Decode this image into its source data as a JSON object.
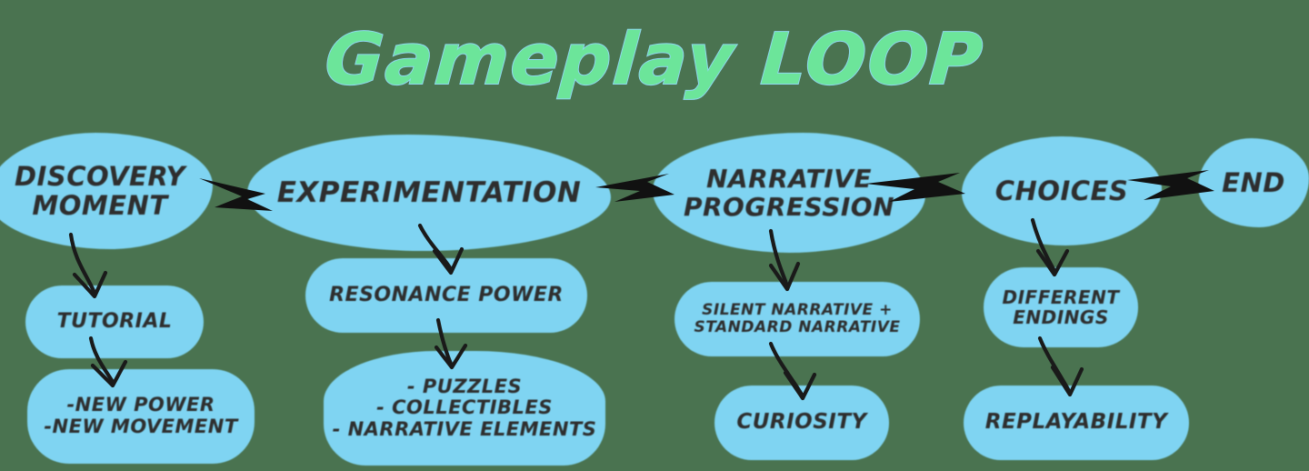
{
  "title": "Gameplay LOOP",
  "colors": {
    "background": "#4a7350",
    "node_fill": "#7fd4f2",
    "title_green": "#6ce59a",
    "title_outline": "#8fd8ef",
    "text": "#2e2e2e",
    "arrow": "#111111"
  },
  "diagram": {
    "type": "flowchart",
    "main_flow": [
      {
        "id": "discovery",
        "label": "DISCOVERY\nMOMENT"
      },
      {
        "id": "experiment",
        "label": "EXPERIMENTATION"
      },
      {
        "id": "narrative",
        "label": "NARRATIVE\nPROGRESSION"
      },
      {
        "id": "choices",
        "label": "CHOICES"
      },
      {
        "id": "end",
        "label": "END"
      }
    ],
    "columns": [
      {
        "id": "col-discovery",
        "top_label": "DISCOVERY\nMOMENT",
        "mid_label": "TUTORIAL",
        "bottom_label": "-NEW POWER\n-NEW MOVEMENT"
      },
      {
        "id": "col-experimentation",
        "top_label": "EXPERIMENTATION",
        "mid_label": "RESONANCE POWER",
        "bottom_label": "- PUZZLES\n- COLLECTIBLES\n- NARRATIVE ELEMENTS"
      },
      {
        "id": "col-narrative",
        "top_label": "NARRATIVE\nPROGRESSION",
        "mid_label": "SILENT NARRATIVE +\nSTANDARD NARRATIVE",
        "bottom_label": "CURIOSITY"
      },
      {
        "id": "col-choices",
        "top_label": "CHOICES",
        "mid_label": "DIFFERENT\nENDINGS",
        "bottom_label": "REPLAYABILITY"
      }
    ],
    "terminal": {
      "id": "end",
      "label": "END"
    },
    "nodes": {
      "discovery_moment": "DISCOVERY\nMOMENT",
      "tutorial": "TUTORIAL",
      "new_power": "-NEW POWER\n-NEW MOVEMENT",
      "experimentation": "EXPERIMENTATION",
      "resonance_power": "RESONANCE POWER",
      "puzzles_list": "- PUZZLES\n- COLLECTIBLES\n- NARRATIVE ELEMENTS",
      "narrative_progression": "NARRATIVE\nPROGRESSION",
      "silent_standard": "SILENT NARRATIVE +\nSTANDARD NARRATIVE",
      "curiosity": "CURIOSITY",
      "choices": "CHOICES",
      "different_endings": "DIFFERENT\nENDINGS",
      "replayability": "REPLAYABILITY",
      "end": "END"
    },
    "connections": [
      {
        "from": "discovery_moment",
        "to": "experimentation",
        "style": "thick-horizontal"
      },
      {
        "from": "experimentation",
        "to": "narrative_progression",
        "style": "thick-horizontal"
      },
      {
        "from": "narrative_progression",
        "to": "choices",
        "style": "thick-horizontal"
      },
      {
        "from": "choices",
        "to": "end",
        "style": "thick-horizontal"
      },
      {
        "from": "discovery_moment",
        "to": "tutorial",
        "style": "thin-curved-down"
      },
      {
        "from": "tutorial",
        "to": "new_power",
        "style": "thin-curved-down"
      },
      {
        "from": "experimentation",
        "to": "resonance_power",
        "style": "thin-curved-down"
      },
      {
        "from": "resonance_power",
        "to": "puzzles_list",
        "style": "thin-curved-down"
      },
      {
        "from": "narrative_progression",
        "to": "silent_standard",
        "style": "thin-curved-down"
      },
      {
        "from": "silent_standard",
        "to": "curiosity",
        "style": "thin-curved-down"
      },
      {
        "from": "choices",
        "to": "different_endings",
        "style": "thin-curved-down"
      },
      {
        "from": "different_endings",
        "to": "replayability",
        "style": "thin-curved-down"
      }
    ]
  }
}
